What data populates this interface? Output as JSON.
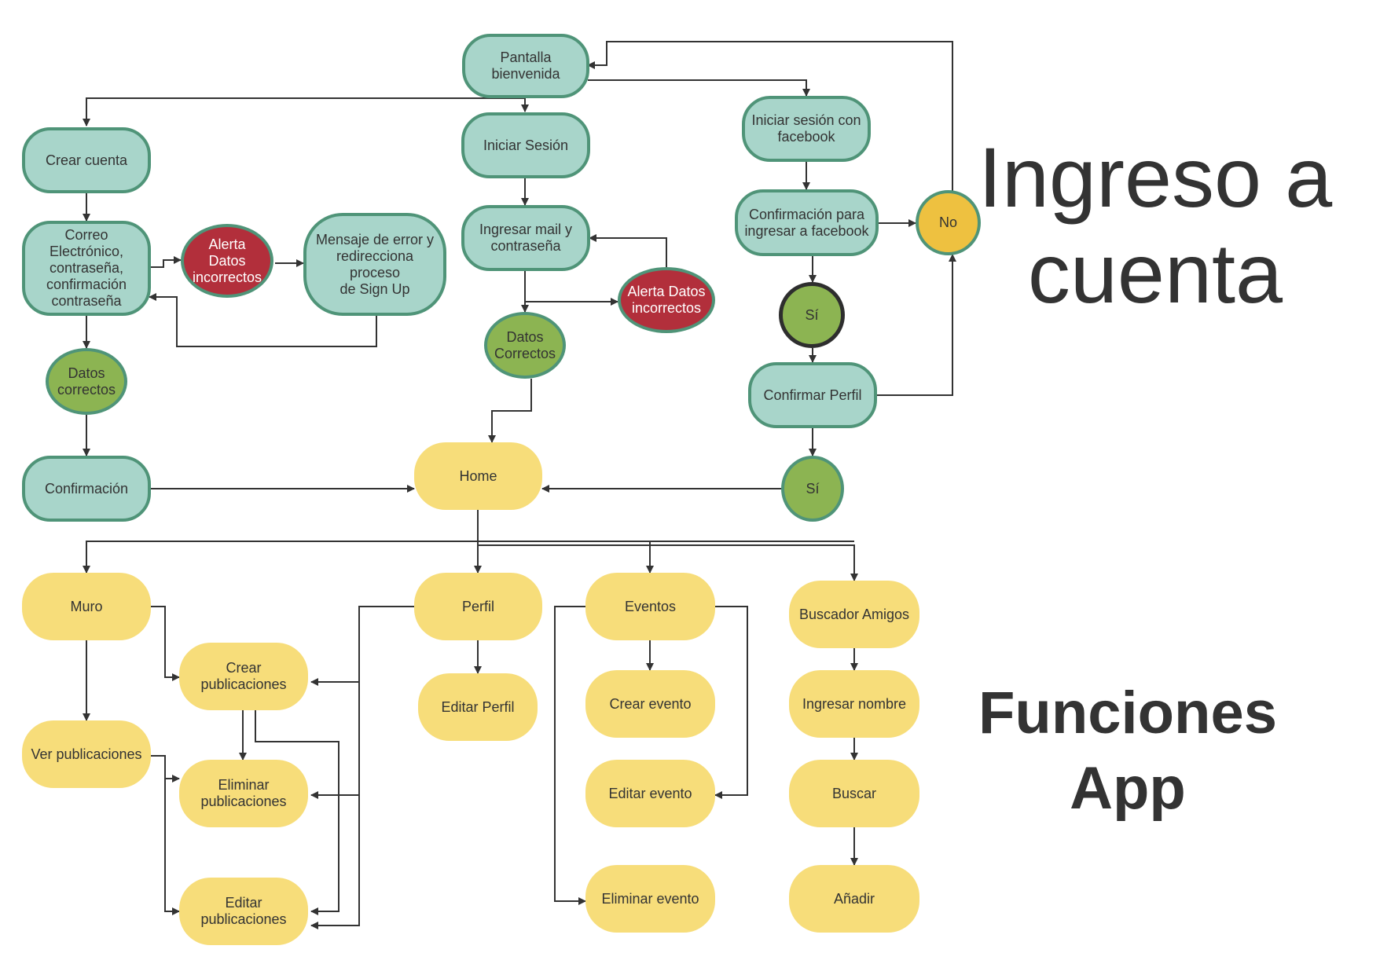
{
  "titles": {
    "ingreso": "Ingreso a\ncuenta",
    "funciones": "Funciones\nApp"
  },
  "nodes": {
    "pantalla_bienvenida": "Pantalla\nbienvenida",
    "crear_cuenta": "Crear cuenta",
    "iniciar_sesion": "Iniciar Sesión",
    "iniciar_facebook": "Iniciar sesión con\nfacebook",
    "correo_electronico": "Correo\nElectrónico,\ncontraseña,\nconfirmación\ncontraseña",
    "alerta_datos_1": "Alerta Datos\nincorrectos",
    "mensaje_error": "Mensaje de error y\nredirecciona proceso\nde Sign Up",
    "ingresar_mail": "Ingresar mail y\ncontraseña",
    "confirmacion_facebook": "Confirmación para\ningresar a facebook",
    "no": "No",
    "si_1": "Sí",
    "alerta_datos_2": "Alerta Datos\nincorrectos",
    "datos_correctos_2": "Datos\nCorrectos",
    "datos_correctos_1": "Datos\ncorrectos",
    "confirmar_perfil": "Confirmar Perfil",
    "confirmacion": "Confirmación",
    "home": "Home",
    "si_2": "Sí",
    "muro": "Muro",
    "perfil": "Perfil",
    "eventos": "Eventos",
    "buscador_amigos": "Buscador Amigos",
    "crear_publicaciones": "Crear\npublicaciones",
    "editar_perfil": "Editar Perfil",
    "crear_evento": "Crear evento",
    "ingresar_nombre": "Ingresar nombre",
    "ver_publicaciones": "Ver publicaciones",
    "eliminar_publicaciones": "Eliminar\npublicaciones",
    "editar_evento": "Editar  evento",
    "buscar": "Buscar",
    "editar_publicaciones": "Editar\npublicaciones",
    "eliminar_evento": "Eliminar evento",
    "anadir": "Añadir"
  },
  "colors": {
    "teal_fill": "#a8d5ca",
    "teal_border": "#4f9478",
    "yellow_fill": "#f7dd7a",
    "red_fill": "#b22f3b",
    "green_fill": "#8cb452",
    "orange_fill": "#eec140",
    "line": "#333333"
  }
}
